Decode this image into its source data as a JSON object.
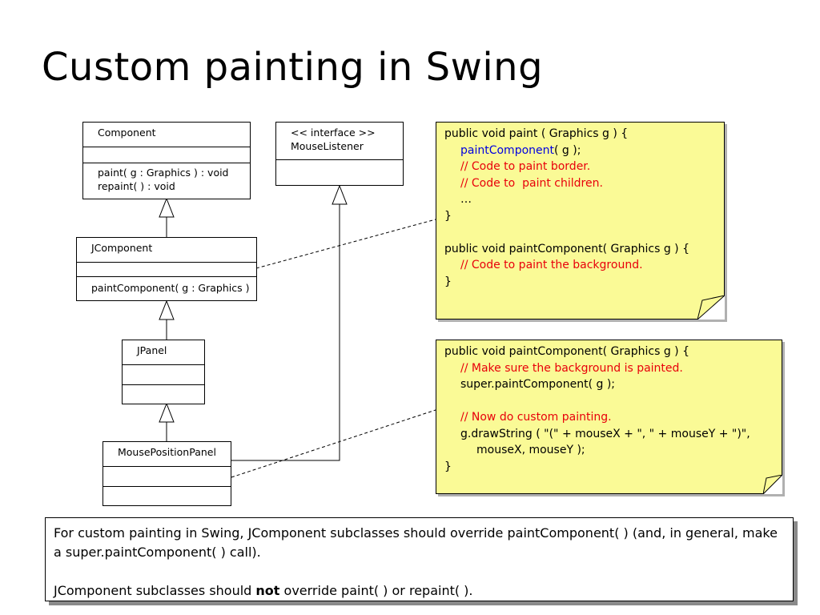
{
  "slide": {
    "title": "Custom painting in Swing"
  },
  "uml": {
    "component": {
      "name": "Component",
      "methods": [
        "paint( g : Graphics ) : void",
        "repaint( ) : void"
      ]
    },
    "mouselistener": {
      "stereotype": "<< interface >>",
      "name": "MouseListener"
    },
    "jcomponent": {
      "name": "JComponent",
      "methods": [
        "paintComponent( g : Graphics )"
      ]
    },
    "jpanel": {
      "name": "JPanel"
    },
    "mousepositionpanel": {
      "name": "MousePositionPanel"
    }
  },
  "note1": {
    "lines": [
      "public void paint ( Graphics g ) {",
      "paintComponent",
      "( g );",
      "// Code to paint border.",
      "// Code to  paint children.",
      "…",
      "}",
      "public void paintComponent( Graphics g ) {",
      "// Code to paint the background.",
      "}"
    ]
  },
  "note2": {
    "lines": [
      "public void paintComponent( Graphics g ) {",
      "// Make sure the background is painted.",
      "super.paintComponent( g );",
      "// Now do custom painting.",
      "g.drawString ( \"(\" + mouseX + \", \" + mouseY + \")\",",
      "mouseX, mouseY );",
      "}"
    ]
  },
  "footer": {
    "para1": "For custom painting in Swing, JComponent subclasses should override paintComponent( ) (and, in general, make a super.paintComponent( ) call).",
    "para2_before": "JComponent subclasses should ",
    "para2_bold": "not",
    "para2_after": " override paint( ) or repaint( )."
  },
  "colors": {
    "note_fill": "#fafa96",
    "comment_red": "#e8000b",
    "method_blue": "#0000e0"
  }
}
